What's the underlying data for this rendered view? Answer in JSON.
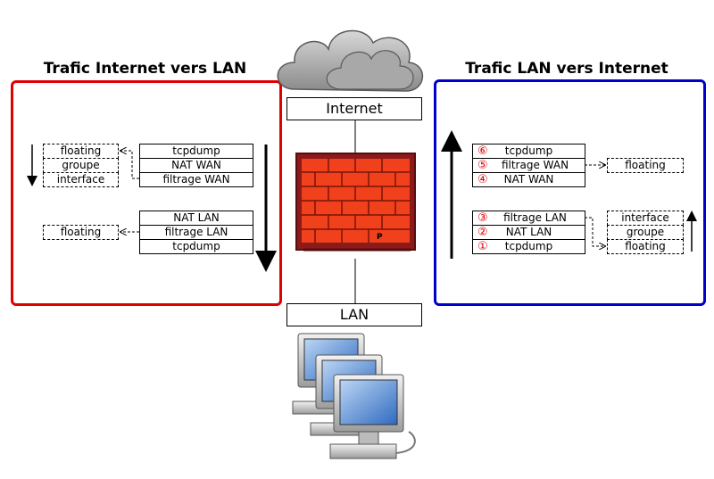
{
  "left": {
    "title": "Trafic Internet vers LAN",
    "wan_stack": [
      "tcpdump",
      "NAT WAN",
      "filtrage WAN"
    ],
    "wan_rules": [
      "floating",
      "groupe",
      "interface"
    ],
    "lan_stack": [
      "NAT LAN",
      "filtrage LAN",
      "tcpdump"
    ],
    "lan_rules": [
      "floating"
    ]
  },
  "right": {
    "title": "Trafic LAN vers Internet",
    "wan_stack": [
      {
        "num": "⑥",
        "label": "tcpdump"
      },
      {
        "num": "⑤",
        "label": "filtrage WAN"
      },
      {
        "num": "④",
        "label": "NAT WAN"
      }
    ],
    "wan_rules": [
      "floating"
    ],
    "lan_stack": [
      {
        "num": "③",
        "label": "filtrage LAN"
      },
      {
        "num": "②",
        "label": "NAT LAN"
      },
      {
        "num": "①",
        "label": "tcpdump"
      }
    ],
    "lan_rules": [
      "interface",
      "groupe",
      "floating"
    ]
  },
  "center": {
    "internet_label": "Internet",
    "lan_label": "LAN"
  },
  "colors": {
    "left_border": "#e00000",
    "right_border": "#0000cc",
    "brick": "#f0401c",
    "firewall_frame": "#8b1a1a",
    "cloud": "#9a9a9a",
    "monitor": "#3a78c8"
  },
  "icons": [
    "cloud-icon",
    "firewall-icon",
    "computers-icon",
    "logo-icon"
  ]
}
